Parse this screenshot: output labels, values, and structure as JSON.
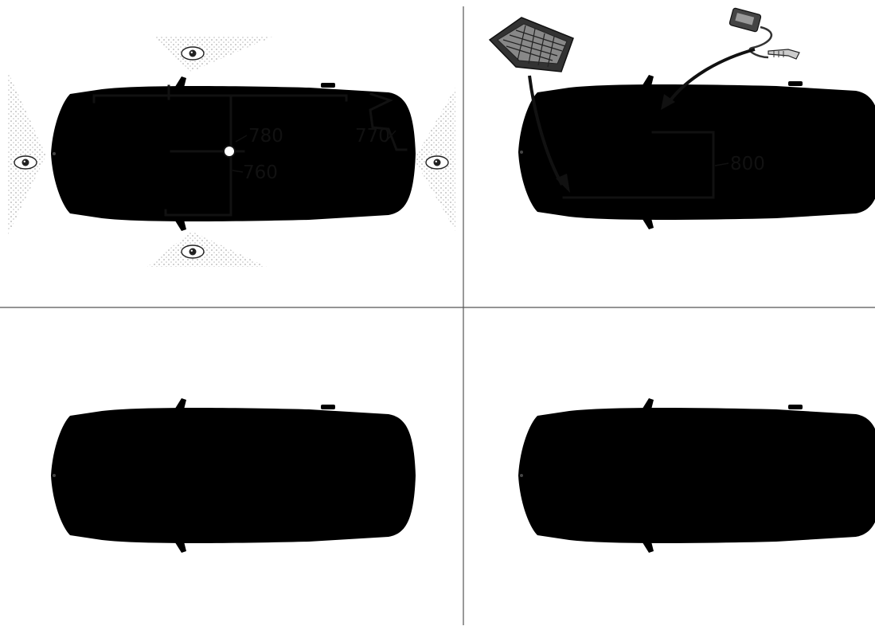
{
  "labels": {
    "l780": "780",
    "l760": "760",
    "l770": "770",
    "l800": "800"
  },
  "colors": {
    "line": "#111111",
    "outline": "#777777",
    "background": "#ffffff"
  }
}
